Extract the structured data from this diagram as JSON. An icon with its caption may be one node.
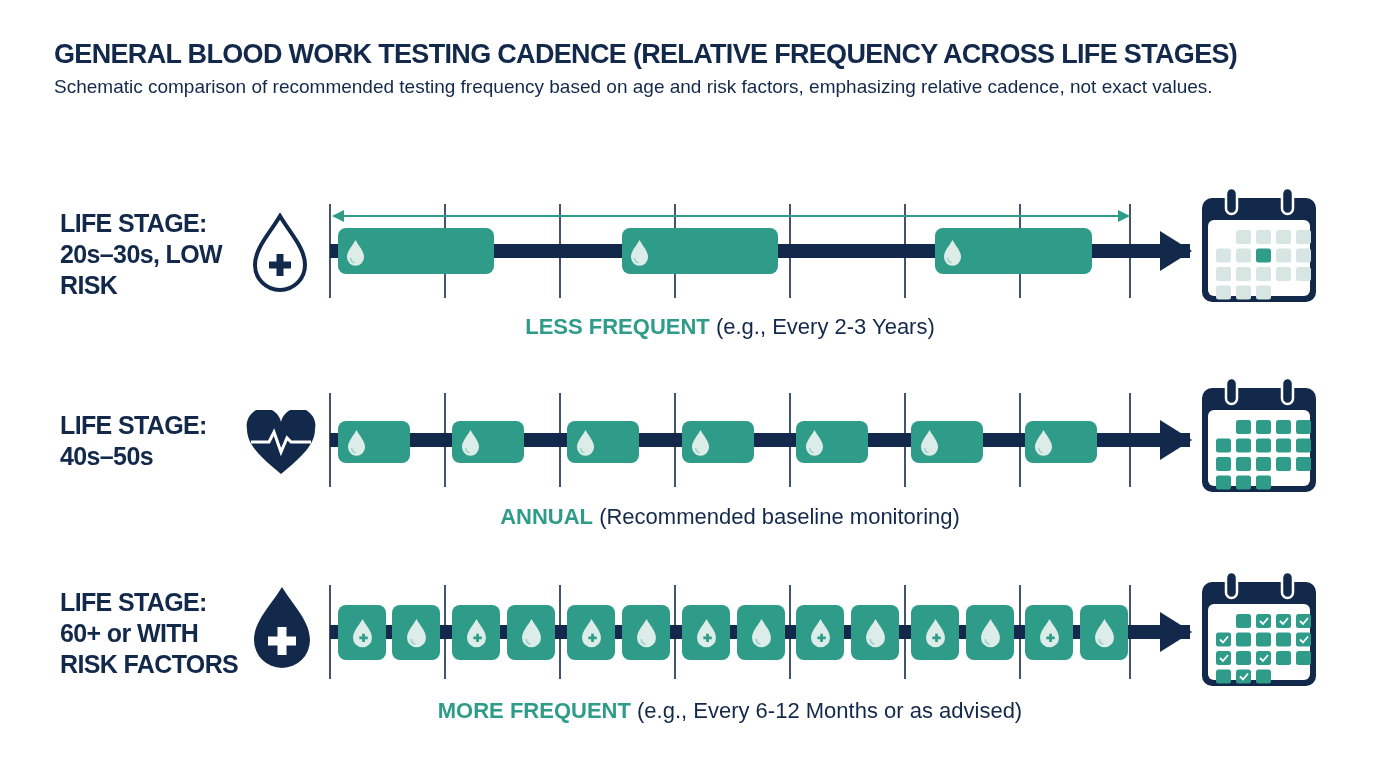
{
  "diagram": {
    "title": "GENERAL BLOOD WORK TESTING CADENCE (RELATIVE FREQUENCY ACROSS LIFE STAGES)",
    "caption": "Schematic comparison of recommended testing frequency based on age and risk factors, emphasizing relative cadence, not exact values.",
    "labels": [
      "LIFE STAGE: 20s–30s, LOW RISK",
      "**LESS FREQUENT** (e.g., Every 2-3 Years)",
      "LIFE STAGE: 40s–50s",
      "**ANNUAL** (Recommended baseline monitoring)",
      "LIFE STAGE: 60+ or WITH RISK FACTORS",
      "**MORE FREQUENT** (e.g., Every 6-12 Months or as advised)"
    ]
  }
}
